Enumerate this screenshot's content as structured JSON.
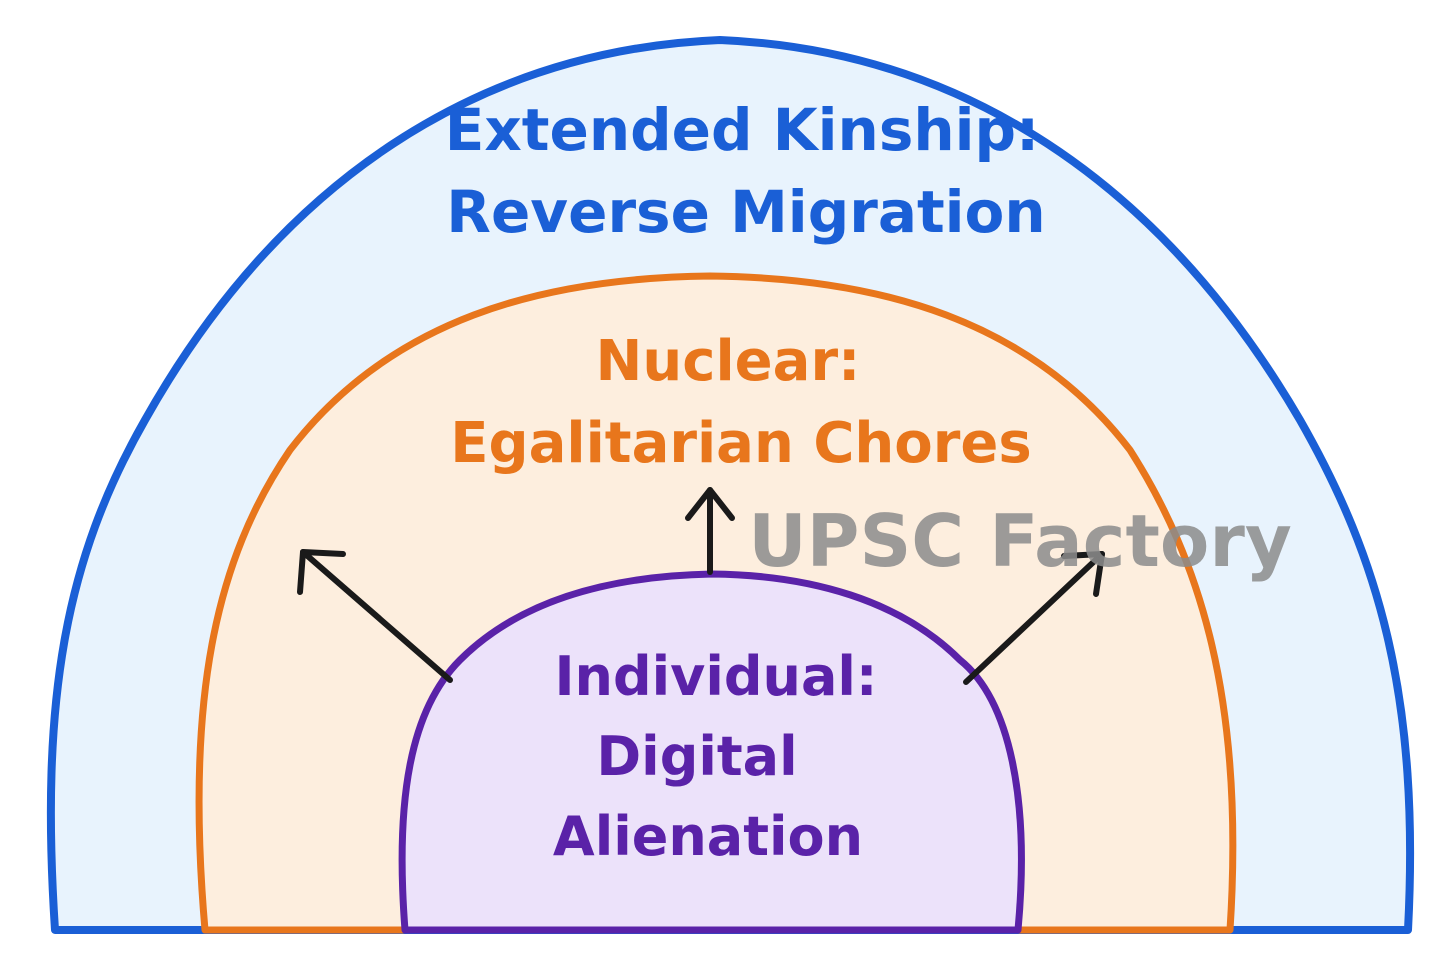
{
  "outer_layer": {
    "line1": "Extended Kinship:",
    "line2": "Reverse Migration",
    "stroke": "#1a5fd6",
    "fill": "#e8f3fd"
  },
  "middle_layer": {
    "line1": "Nuclear:",
    "line2": "Egalitarian Chores",
    "stroke": "#e8761c",
    "fill": "#fdeede"
  },
  "inner_layer": {
    "line1": "Individual:",
    "line2": "Digital",
    "line3": "Alienation",
    "stroke": "#5a22a8",
    "fill": "#ece2fa"
  },
  "arrows": {
    "color": "#1a1a1a"
  },
  "watermark": "UPSC Factory"
}
